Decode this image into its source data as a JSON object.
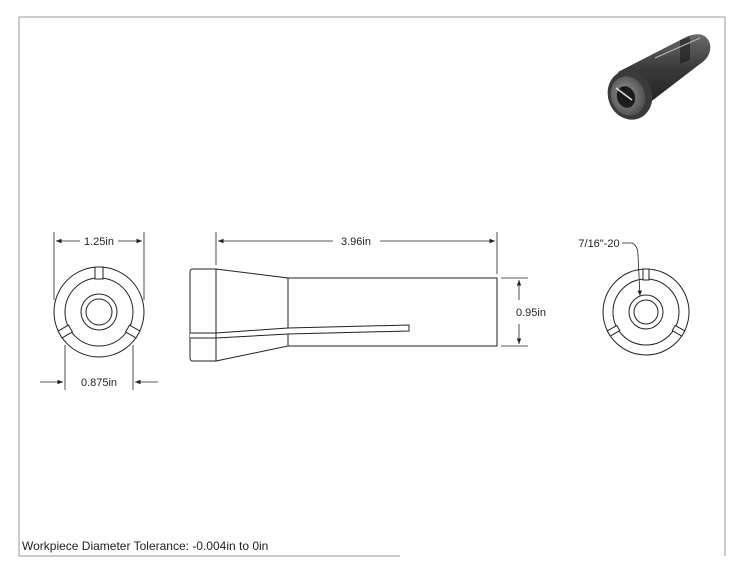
{
  "dimensions": {
    "end_view_outer_diameter": "1.25in",
    "end_view_inner_diameter": "0.875in",
    "overall_length": "3.96in",
    "body_diameter": "0.95in",
    "thread_callout": "7/16\"-20"
  },
  "note": "Workpiece Diameter Tolerance: -0.004in to 0in",
  "colors": {
    "line": "#222222",
    "part_fill": "#ffffff",
    "render_dark": "#2b2b2b",
    "render_mid": "#5a5a5a",
    "render_light": "#9a9a9a"
  }
}
